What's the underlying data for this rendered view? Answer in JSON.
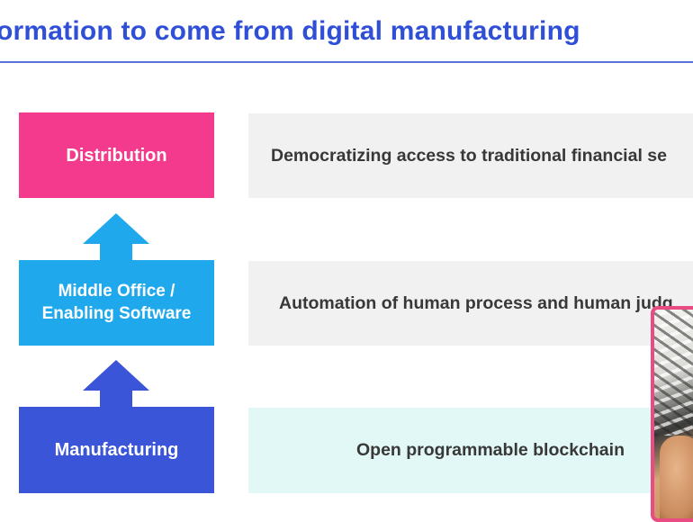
{
  "slide": {
    "title": "ormation to come from digital manufacturing",
    "layers": [
      {
        "label": "Distribution",
        "description": "Democratizing access to traditional financial se",
        "color": "#f43a8c"
      },
      {
        "label_line1": "Middle Office /",
        "label_line2": "Enabling Software",
        "description": "Automation of human process and human judg",
        "color": "#1fa9ec"
      },
      {
        "label": "Manufacturing",
        "description": "Open programmable blockchain",
        "color": "#3a55d8"
      }
    ],
    "arrow_colors": [
      "#1fa9ec",
      "#3a55d8"
    ]
  },
  "colors": {
    "title": "#2f4fd6",
    "rule": "#5b6fd8",
    "desc_bg": "#f1f1f1",
    "desc_bg_highlight": "#e2f8f6",
    "webcam_border": "#e94c82"
  }
}
